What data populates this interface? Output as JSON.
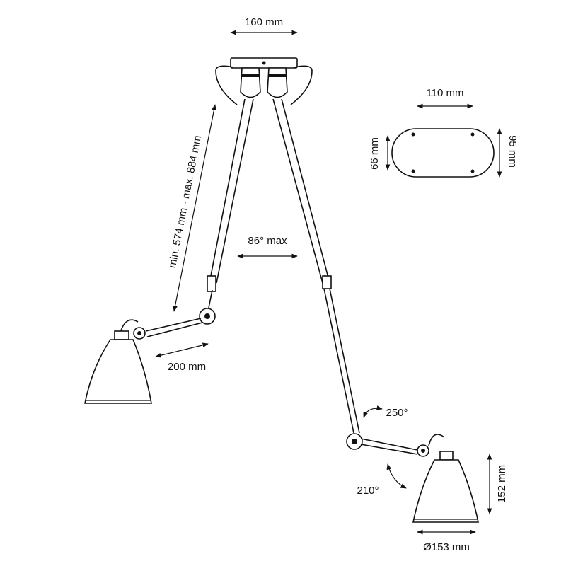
{
  "dimensions": {
    "canopy_width": "160 mm",
    "plate_width": "110 mm",
    "plate_height_outer": "95 mm",
    "plate_height_inner": "66 mm",
    "arm_length_range": "min. 574 mm - max. 884 mm",
    "arm_angle": "86° max",
    "lower_arm": "200 mm",
    "rotation_upper": "250°",
    "rotation_lower": "210°",
    "shade_height": "152 mm",
    "shade_diameter": "Ø153 mm"
  },
  "colors": {
    "stroke": "#111111",
    "background": "#ffffff"
  }
}
